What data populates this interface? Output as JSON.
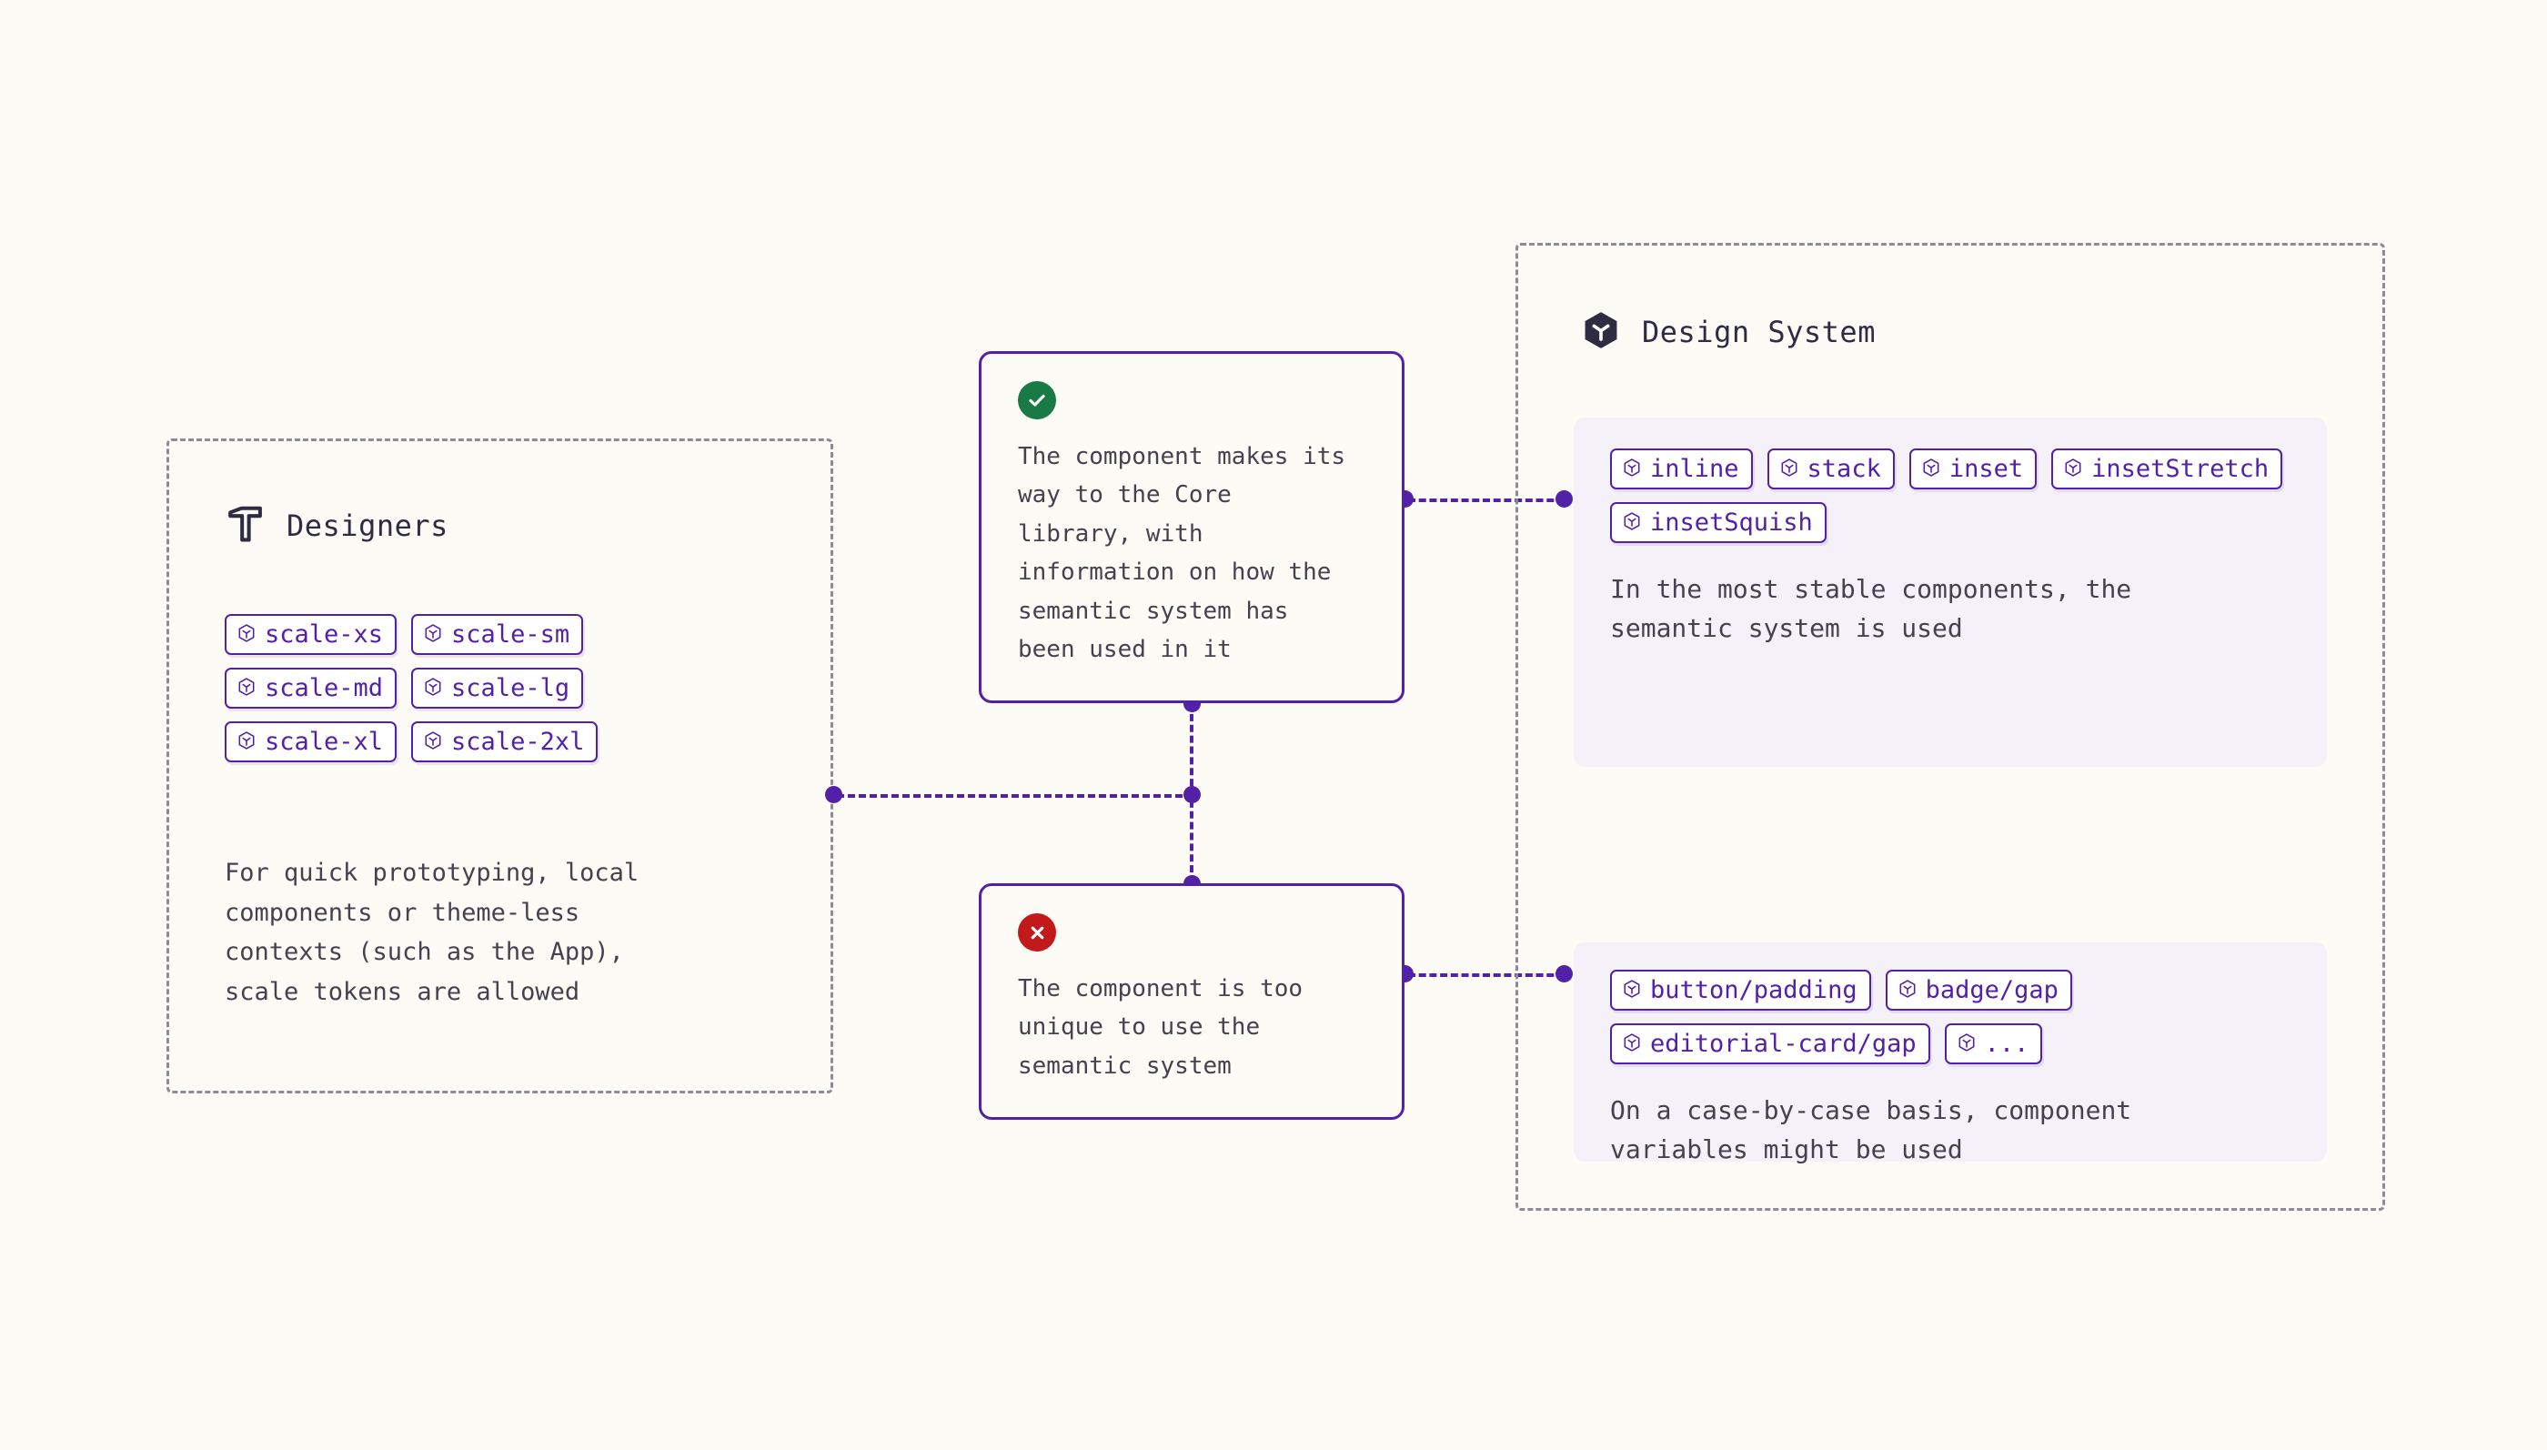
{
  "designers": {
    "title": "Designers",
    "icon": "hammer-icon",
    "tokens": [
      "scale-xs",
      "scale-sm",
      "scale-md",
      "scale-lg",
      "scale-xl",
      "scale-2xl"
    ],
    "description": "For quick prototyping, local\ncomponents or theme-less\ncontexts (such as the App),\nscale tokens are allowed"
  },
  "flow": {
    "success": {
      "status_icon": "check-circle-icon",
      "status": "success",
      "text": "The component makes its\nway to the Core\nlibrary, with\ninformation on how the\nsemantic system has\nbeen used in it"
    },
    "error": {
      "status_icon": "x-circle-icon",
      "status": "error",
      "text": "The component is too\nunique to use the\nsemantic system"
    }
  },
  "design_system": {
    "title": "Design System",
    "icon": "cube-icon",
    "cards": [
      {
        "tokens": [
          "inline",
          "stack",
          "inset",
          "insetStretch",
          "insetSquish"
        ],
        "description": "In the most stable components, the\nsemantic system is used"
      },
      {
        "tokens": [
          "button/padding",
          "badge/gap",
          "editorial-card/gap",
          "..."
        ],
        "description": "On a case-by-case basis, component\nvariables might be used"
      }
    ]
  },
  "colors": {
    "background": "#fdfbf6",
    "accent_purple": "#5320a8",
    "panel_border": "#8b8b99",
    "ds_card_bg": "#f5f1f8",
    "success_green": "#1a7a45",
    "error_red": "#c2191b",
    "title_ink": "#2e2c43",
    "body_ink": "#44424f"
  }
}
